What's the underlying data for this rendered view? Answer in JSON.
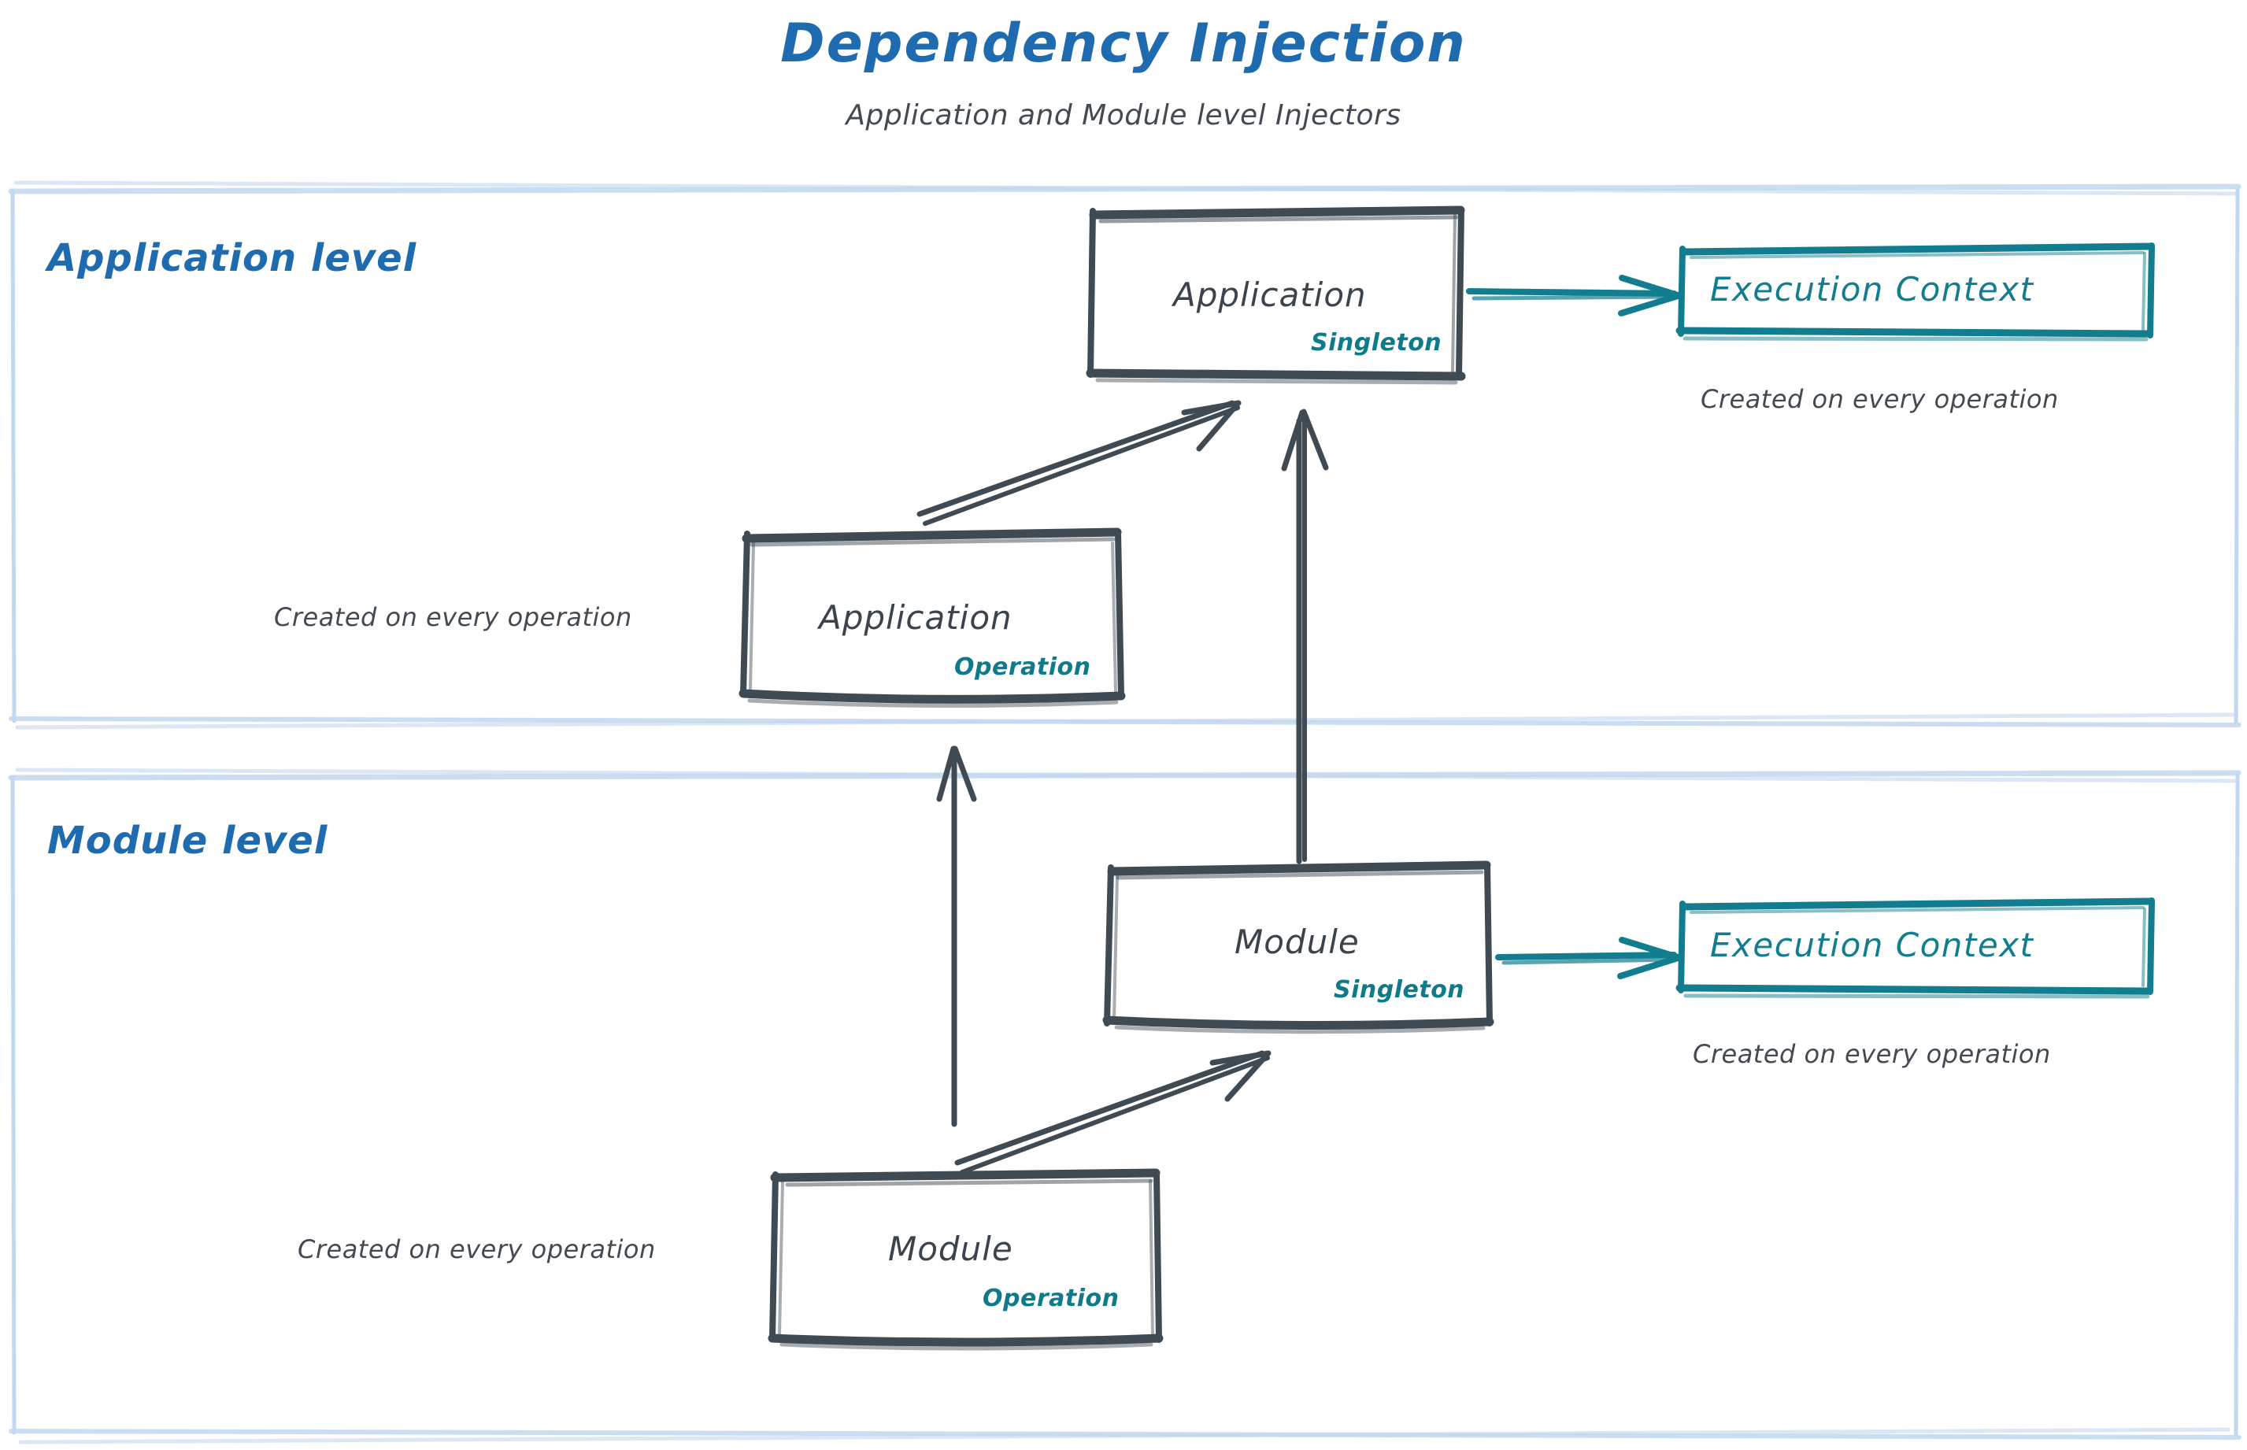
{
  "header": {
    "title": "Dependency Injection",
    "subtitle": "Application and Module level Injectors"
  },
  "levels": [
    {
      "id": "application-level",
      "label": "Application level"
    },
    {
      "id": "module-level",
      "label": "Module level"
    }
  ],
  "nodes": [
    {
      "id": "application-singleton",
      "title": "Application",
      "role": "Singleton",
      "level": "application-level"
    },
    {
      "id": "application-operation",
      "title": "Application",
      "role": "Operation",
      "level": "application-level"
    },
    {
      "id": "execution-context-application",
      "title": "Execution Context",
      "level": "application-level"
    },
    {
      "id": "module-singleton",
      "title": "Module",
      "role": "Singleton",
      "level": "module-level"
    },
    {
      "id": "module-operation",
      "title": "Module",
      "role": "Operation",
      "level": "module-level"
    },
    {
      "id": "execution-context-module",
      "title": "Execution Context",
      "level": "module-level"
    }
  ],
  "captions": [
    {
      "id": "caption-exec-ctx-application",
      "text": "Created on every operation"
    },
    {
      "id": "caption-application-operation",
      "text": "Created on every operation"
    },
    {
      "id": "caption-exec-ctx-module",
      "text": "Created on every operation"
    },
    {
      "id": "caption-module-operation",
      "text": "Created on every operation"
    }
  ],
  "edges": [
    {
      "id": "edge-application-operation-to-application-singleton",
      "from": "application-operation",
      "to": "application-singleton",
      "style": "sketch-dark-diagonal"
    },
    {
      "id": "edge-application-singleton-to-execution-context",
      "from": "application-singleton",
      "to": "execution-context-application",
      "style": "sketch-teal-horizontal"
    },
    {
      "id": "edge-module-singleton-to-application-singleton",
      "from": "module-singleton",
      "to": "application-singleton",
      "style": "sketch-dark-vertical"
    },
    {
      "id": "edge-module-operation-to-application-operation",
      "from": "module-operation",
      "to": "application-operation",
      "style": "sketch-dark-vertical"
    },
    {
      "id": "edge-module-operation-to-module-singleton",
      "from": "module-operation",
      "to": "module-singleton",
      "style": "sketch-dark-diagonal"
    },
    {
      "id": "edge-module-singleton-to-execution-context",
      "from": "module-singleton",
      "to": "execution-context-module",
      "style": "sketch-teal-horizontal"
    }
  ],
  "colors": {
    "title_blue": "#1f6bb0",
    "level_border": "#c3d7ee",
    "node_stroke": "#3f4a52",
    "teal": "#127d8e",
    "caption_gray": "#434a51",
    "background": "#ffffff"
  }
}
